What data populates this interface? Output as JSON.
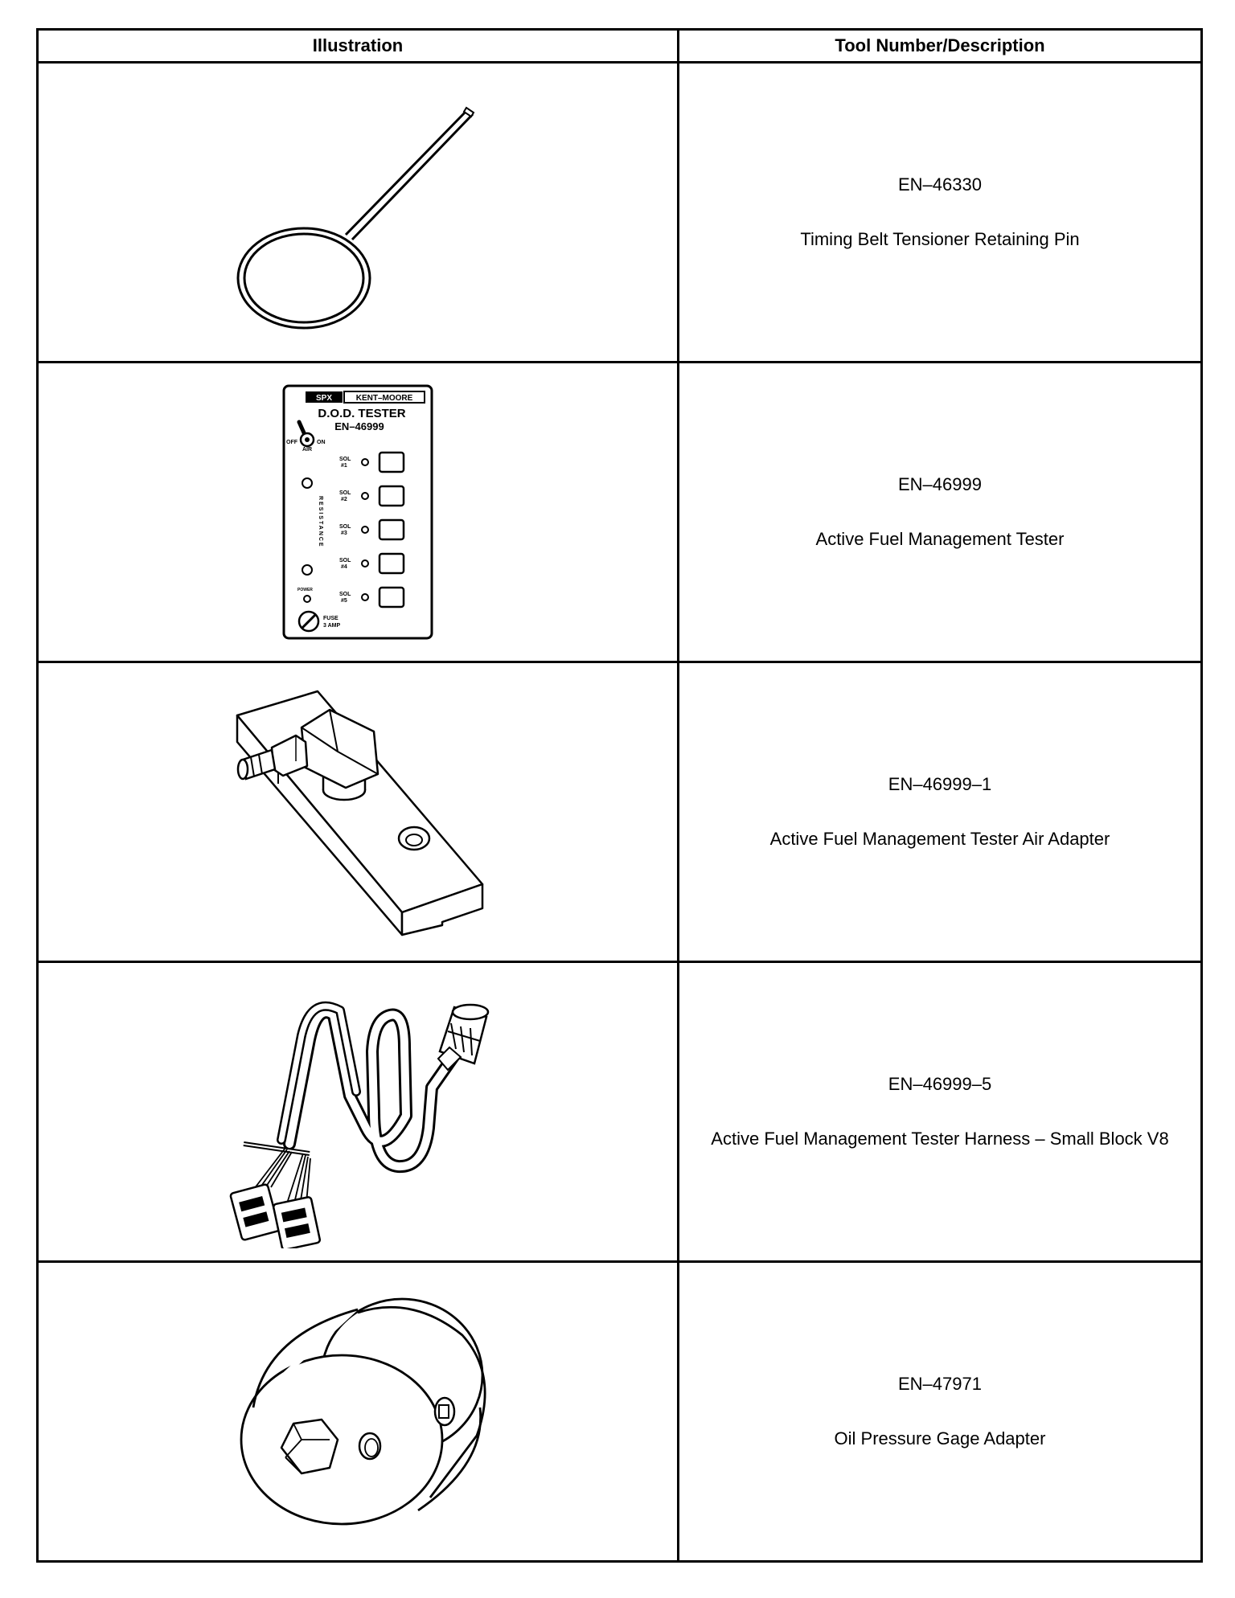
{
  "table": {
    "headers": {
      "illustration": "Illustration",
      "tool": "Tool Number/Description"
    },
    "rows": [
      {
        "number": "EN–46330",
        "description": "Timing Belt Tensioner Retaining Pin",
        "illustration": "retaining-pin-icon"
      },
      {
        "number": "EN–46999",
        "description": "Active Fuel Management Tester",
        "illustration": "dod-tester-icon"
      },
      {
        "number": "EN–46999–1",
        "description": "Active Fuel Management Tester Air Adapter",
        "illustration": "air-adapter-icon"
      },
      {
        "number": "EN–46999–5",
        "description": "Active Fuel Management Tester Harness – Small Block V8",
        "illustration": "tester-harness-icon"
      },
      {
        "number": "EN–47971",
        "description": "Oil Pressure Gage Adapter",
        "illustration": "oil-pressure-adapter-icon"
      }
    ]
  },
  "tester_panel": {
    "brand_left": "SPX",
    "brand_right": "KENT–MOORE",
    "title": "D.O.D. TESTER",
    "model": "EN–46999",
    "switch_off": "OFF",
    "switch_on": "ON",
    "switch_label": "AIR",
    "sol_label": "SOL",
    "sol_numbers": [
      "#1",
      "#2",
      "#3",
      "#4",
      "#5"
    ],
    "resistance": "RESISTANCE",
    "power": "POWER",
    "fuse": "FUSE",
    "fuse_rating": "3 AMP"
  }
}
